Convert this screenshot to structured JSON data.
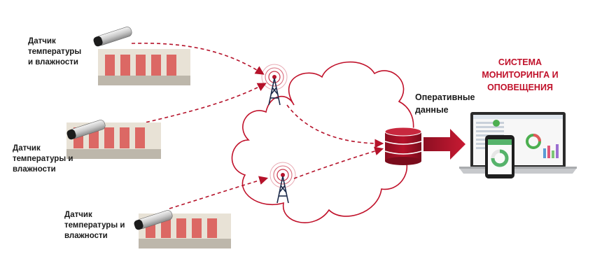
{
  "sensors": [
    {
      "label_lines": [
        "Датчик",
        "температуры",
        "и влажности"
      ]
    },
    {
      "label_lines": [
        "Датчик",
        "температуры и",
        "влажности"
      ]
    },
    {
      "label_lines": [
        "Датчик",
        "температуры и",
        "влажности"
      ]
    }
  ],
  "data_label_lines": [
    "Оперативные",
    "данные"
  ],
  "system_title_lines": [
    "СИСТЕМА",
    "МОНИТОРИНГА И",
    "ОПОВЕЩЕНИЯ"
  ],
  "colors": {
    "accent": "#b5122a",
    "cloud": "#c0112a",
    "text": "#1a1a1a"
  },
  "icons": [
    "temperature-sensor-icon",
    "cell-tower-icon",
    "database-icon",
    "laptop-icon",
    "tablet-icon"
  ]
}
